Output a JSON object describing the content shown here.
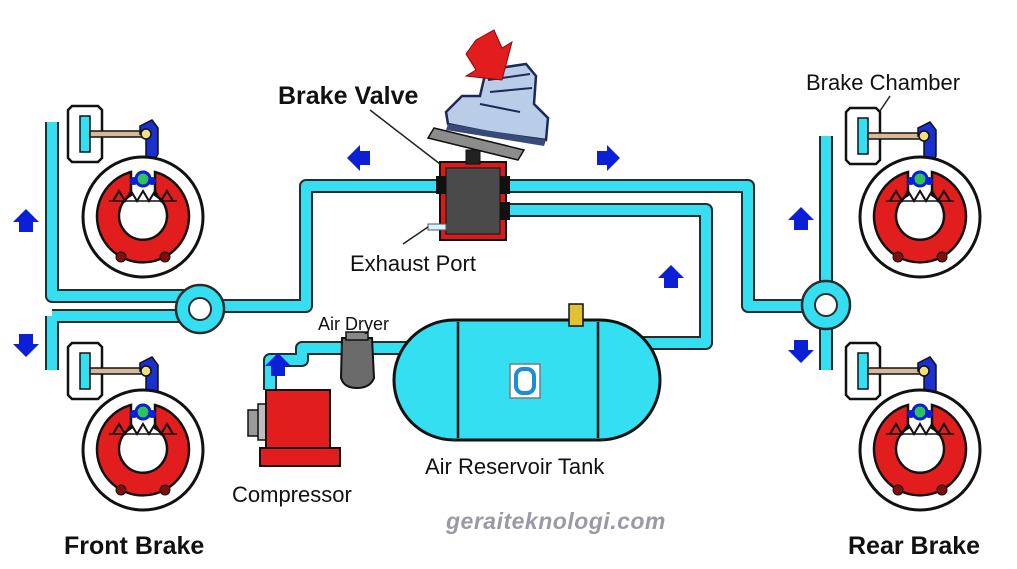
{
  "labels": {
    "brake_valve": "Brake Valve",
    "brake_chamber": "Brake Chamber",
    "exhaust_port": "Exhaust Port",
    "air_dryer": "Air Dryer",
    "air_reservoir_tank": "Air Reservoir Tank",
    "compressor": "Compressor",
    "front_brake": "Front Brake",
    "rear_brake": "Rear Brake"
  },
  "watermark": "geraiteknologi.com",
  "colors": {
    "air_line": "#33dff0",
    "line_outline": "#2b2b2b",
    "brake_shoe": "#e21d1d",
    "flow_arrow": "#0a1fd6",
    "pedal_arrow": "#e21d1d",
    "valve_body": "#4a4a4a",
    "valve_frame": "#d81a1a",
    "compressor": "#e21d1d",
    "air_dryer": "#6b6b6b",
    "tank": "#33dff0"
  },
  "icons": {
    "pedal": "boot-on-pedal-icon",
    "flow": "flow-arrow-icon",
    "brake": "drum-brake-icon",
    "chamber": "brake-chamber-icon"
  }
}
